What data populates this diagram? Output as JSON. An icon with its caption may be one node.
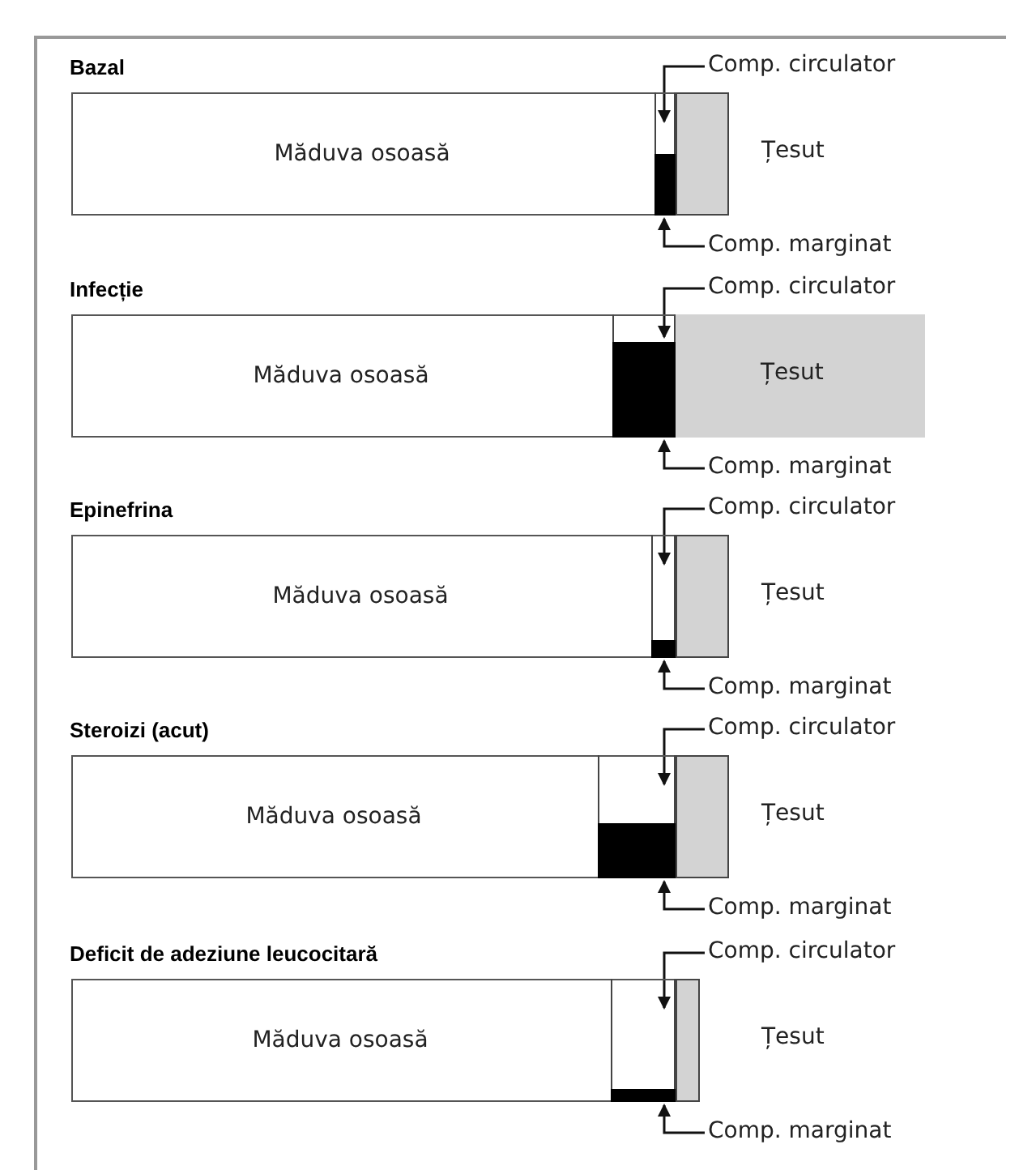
{
  "diagram": {
    "nodes": [
      {
        "text": [
          "Bazal"
        ]
      },
      {
        "text": [
          "Măduva osoasă"
        ],
        "in": 0
      },
      {
        "text": [],
        "shape": "box",
        "in": 0
      },
      {
        "text": [],
        "shape": "bar",
        "in": 0
      },
      {
        "text": [],
        "shape": "box",
        "in": 0,
        "beside": [
          "Țesut"
        ]
      },
      {
        "text": [
          "Comp. circulator"
        ]
      },
      {
        "text": [
          "Comp. marginat"
        ]
      },
      {
        "text": [
          "Infecție"
        ]
      },
      {
        "text": [
          "Măduva osoasă"
        ],
        "in": 7
      },
      {
        "text": [],
        "shape": "box",
        "in": 7
      },
      {
        "text": [],
        "shape": "bar",
        "in": 7
      },
      {
        "text": [
          "Țesut"
        ],
        "in": 7
      },
      {
        "text": [
          "Comp. circulator"
        ]
      },
      {
        "text": [
          "Comp. marginat"
        ]
      },
      {
        "text": [
          "Epinefrina"
        ]
      },
      {
        "text": [
          "Măduva osoasă"
        ],
        "in": 14
      },
      {
        "text": [],
        "shape": "box",
        "in": 14
      },
      {
        "text": [],
        "shape": "bar",
        "in": 14
      },
      {
        "text": [],
        "shape": "box",
        "in": 14,
        "beside": [
          "Țesut"
        ]
      },
      {
        "text": [
          "Comp. circulator"
        ]
      },
      {
        "text": [
          "Comp. marginat"
        ]
      },
      {
        "text": [
          "Steroizi (acut)"
        ]
      },
      {
        "text": [
          "Măduva osoasă"
        ],
        "in": 21
      },
      {
        "text": [],
        "shape": "box",
        "in": 21
      },
      {
        "text": [],
        "shape": "bar",
        "in": 21
      },
      {
        "text": [],
        "shape": "box",
        "in": 21,
        "beside": [
          "Țesut"
        ]
      },
      {
        "text": [
          "Comp. circulator"
        ]
      },
      {
        "text": [
          "Comp. marginat"
        ]
      },
      {
        "text": [
          "Deficit de adeziune leucocitară"
        ]
      },
      {
        "text": [
          "Măduva osoasă"
        ],
        "in": 28
      },
      {
        "text": [],
        "shape": "box",
        "in": 28
      },
      {
        "text": [],
        "shape": "bar",
        "in": 28
      },
      {
        "text": [],
        "shape": "box",
        "in": 28,
        "beside": [
          "Țesut"
        ]
      },
      {
        "text": [
          "Comp. circulator"
        ]
      },
      {
        "text": [
          "Comp. marginat"
        ]
      }
    ],
    "edges": [
      {
        "from": 5,
        "to": 2,
        "arrow": "to"
      },
      {
        "from": 6,
        "to": 3,
        "arrow": "to"
      },
      {
        "from": 12,
        "to": 9,
        "arrow": "to"
      },
      {
        "from": 13,
        "to": 10,
        "arrow": "to"
      },
      {
        "from": 19,
        "to": 16,
        "arrow": "to"
      },
      {
        "from": 20,
        "to": 17,
        "arrow": "to"
      },
      {
        "from": 26,
        "to": 23,
        "arrow": "to"
      },
      {
        "from": 27,
        "to": 24,
        "arrow": "to"
      },
      {
        "from": 33,
        "to": 30,
        "arrow": "to"
      },
      {
        "from": 34,
        "to": 31,
        "arrow": "to"
      }
    ]
  }
}
